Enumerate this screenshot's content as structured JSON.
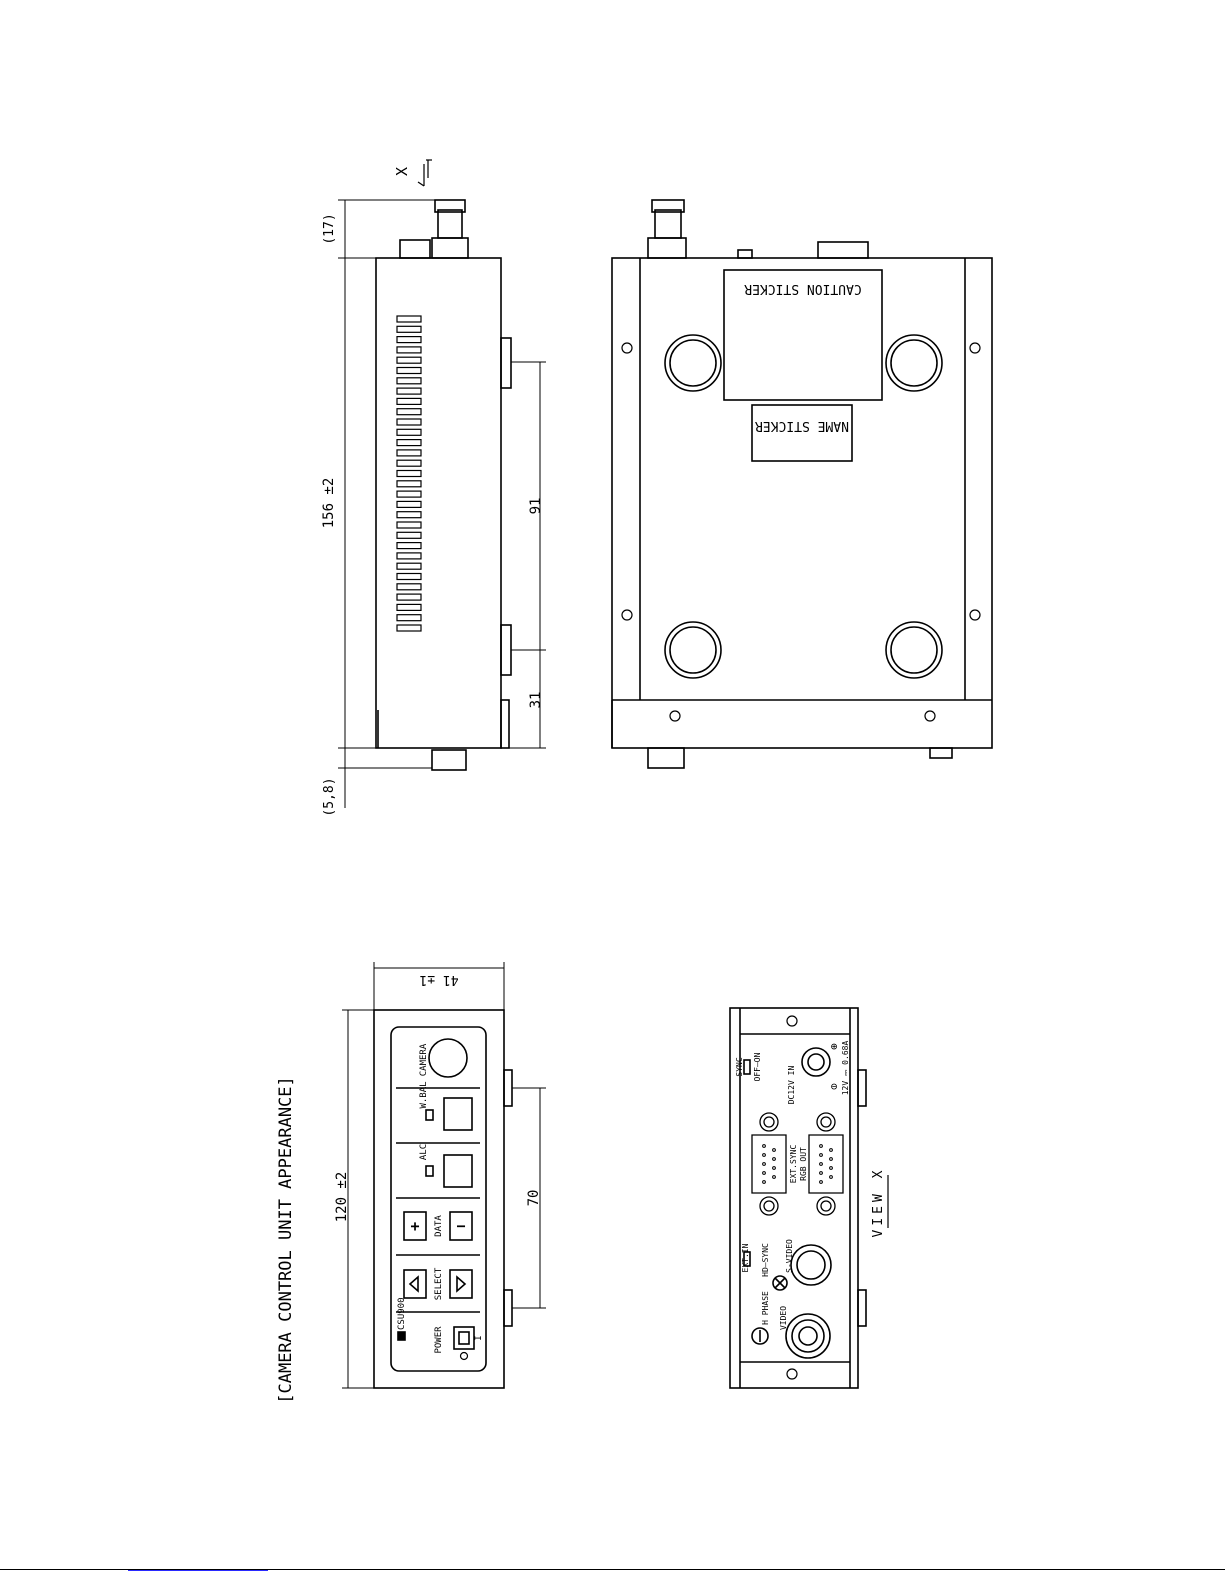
{
  "title": "[CAMERA CONTROL UNIT APPEARANCE]",
  "view_marker": {
    "letter": "X",
    "caption": "VIEW X"
  },
  "dimensions": {
    "connector_top": "(17)",
    "length": "156 ±2",
    "bottom_offset": "(5,8)",
    "foot_spacing": "91",
    "foot_end": "31",
    "height": "41 ±1",
    "width": "120 ±2",
    "front_foot_spacing": "70"
  },
  "stickers": {
    "caution": "CAUTION STICKER",
    "name": "NAME STICKER"
  },
  "front_panel": {
    "camera": "CAMERA",
    "wbal": "W.BAL",
    "alc": "ALC",
    "data": "DATA",
    "select": "SELECT",
    "power": "POWER",
    "model": "CSU900",
    "plus": "+",
    "minus": "−",
    "power_on": "I",
    "power_off": "O"
  },
  "rear_panel": {
    "sync": "SYNC",
    "off_on": "OFF—ON",
    "dc_in": "DC12V IN",
    "polarity_plus": "⊕",
    "polarity_minus": "⊖",
    "power_rating": "12V ⎓ 0.68A",
    "ext_sync": "EXT.SYNC",
    "rgb_out": "RGB OUT",
    "ext_in": "EXT.IN",
    "hd_sync": "HD—SYNC",
    "s_video": "S-VIDEO",
    "h_phase": "H PHASE",
    "video": "VIDEO"
  }
}
